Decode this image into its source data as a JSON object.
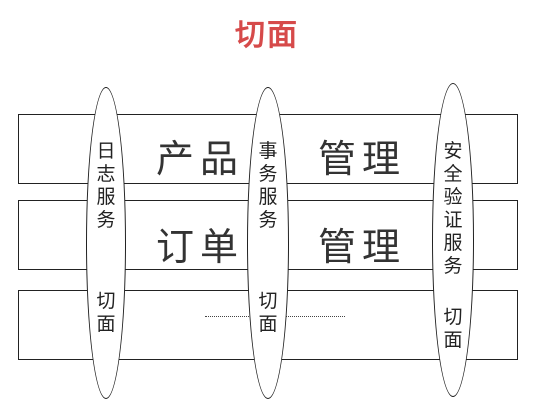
{
  "title": "切面",
  "colors": {
    "title": "#d64a4a",
    "line": "#222222",
    "text": "#333333"
  },
  "bands": [
    {
      "left": "产品",
      "right": "管理"
    },
    {
      "left": "订单",
      "right": "管理"
    }
  ],
  "aspects": [
    {
      "name": "日志服务",
      "label": "切面"
    },
    {
      "name": "事务服务",
      "label": "切面"
    },
    {
      "name": "安全验证服务",
      "label": "切面"
    }
  ]
}
